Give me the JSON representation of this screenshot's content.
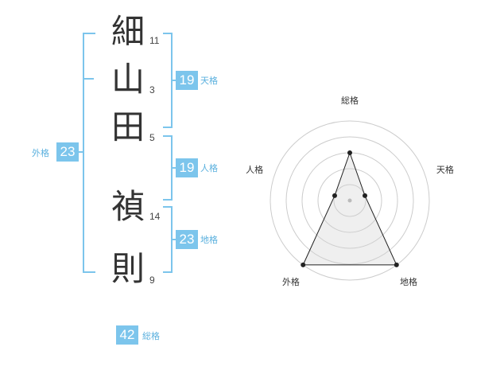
{
  "name": {
    "chars": [
      "細",
      "山",
      "田",
      "禎",
      "則"
    ],
    "strokes": [
      "11",
      "3",
      "5",
      "14",
      "9"
    ]
  },
  "kakusu": {
    "tenkaku": {
      "value": "19",
      "label": "天格"
    },
    "jinkaku": {
      "value": "19",
      "label": "人格"
    },
    "chikaku": {
      "value": "23",
      "label": "地格"
    },
    "gaikaku": {
      "value": "23",
      "label": "外格"
    },
    "soukaku": {
      "value": "42",
      "label": "総格"
    }
  },
  "colors": {
    "accent": "#7cc5ec",
    "text": "#333333"
  },
  "chart_data": {
    "type": "radar",
    "axes": [
      "総格",
      "天格",
      "地格",
      "外格",
      "人格"
    ],
    "values": [
      3,
      1,
      5,
      5,
      1
    ],
    "max": 5,
    "rings": 5,
    "center_marker": true
  }
}
